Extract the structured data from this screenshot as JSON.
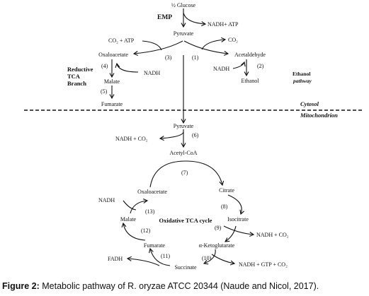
{
  "nodes": {
    "glucose": "½ Glucose",
    "emp": "EMP",
    "nadh_atp_top": "NADH+ ATP",
    "pyruvate_cyt": "Pyruvate",
    "co2_atp": "CO₂ + ATP",
    "co2_right": "CO₂",
    "oxaloacetate_cyt": "Oxaloacetate",
    "acetaldehyde": "Acetaldehyde",
    "step3": "(3)",
    "step1": "(1)",
    "step4": "(4)",
    "step2": "(2)",
    "step5": "(5)",
    "reductive_1": "Reductive",
    "reductive_2": "TCA",
    "reductive_3": "Branch",
    "nadh_left": "NADH",
    "nadh_right": "NADH",
    "ethanol_pathway_1": "Ethanol",
    "ethanol_pathway_2": "pathway",
    "malate_cyt": "Malate",
    "ethanol": "Ethanol",
    "fumarate_cyt": "Fumarate",
    "cytosol": "Cytosol",
    "mitochondrion": "Mitochondrion",
    "pyruvate_mito": "Pyruvate",
    "nadh_co2_6": "NADH + CO₂",
    "step6": "(6)",
    "acetyl_coa": "Acetyl-CoA",
    "step7": "(7)",
    "oxaloacetate_mito": "Oxaloacetate",
    "citrate": "Citrate",
    "nadh_13": "NADH",
    "step8": "(8)",
    "step13": "(13)",
    "malate_mito": "Malate",
    "isocitrate": "Isocitrate",
    "tca_cycle": "Oxidative TCA cycle",
    "step9": "(9)",
    "step12": "(12)",
    "nadh_co2_9": "NADH + CO₂",
    "fumarate_mito": "Fumarate",
    "akg": "α-Ketoglutarate",
    "fadh": "FADH",
    "step11": "(11)",
    "step10": "(10)",
    "nadh_gtp_co2": "NADH + GTP + CO₂",
    "succinate": "Succinate"
  },
  "caption": {
    "label": "Figure 2:",
    "text": " Metabolic pathway of R. oryzae ATCC 20344 (Naude and Nicol, 2017)."
  }
}
